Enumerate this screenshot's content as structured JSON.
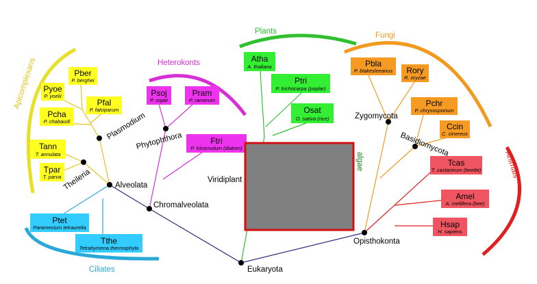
{
  "groups": {
    "plants": {
      "label": "Plants",
      "color": "#2fbf2f"
    },
    "fungi": {
      "label": "Fungi",
      "color": "#f29a1f"
    },
    "heterokonts": {
      "label": "Heterokonts",
      "color": "#d62fd6"
    },
    "apicomplexans": {
      "label": "Apicomplexans",
      "color": "#e6c21a"
    },
    "ciliates": {
      "label": "Ciliates",
      "color": "#2aa9d8"
    },
    "animals": {
      "label": "Animals",
      "color": "#e02020"
    },
    "algae": {
      "label": "algae",
      "color": "#1a8a1a"
    }
  },
  "nodes": {
    "eukaryota": "Eukaryota",
    "opisthokonta": "Opisthokonta",
    "alveolata": "Alveolata",
    "chromalveolata": "Chromalveolata",
    "plasmodium": "Plasmodium",
    "theileria": "Theileria",
    "phytophthora": "Phytophthora",
    "viridiplantae": "Viridiplant",
    "zygomycota": "Zygomycota",
    "basidiomycota": "Basidiomycota"
  },
  "species": {
    "atha": {
      "code": "Atha",
      "name": "A. thaliana"
    },
    "ptri": {
      "code": "Ptri",
      "name": "P. trichocarpa (poplar)"
    },
    "osat": {
      "code": "Osat",
      "name": "O. sativa (rice)"
    },
    "pbla": {
      "code": "Pbla",
      "name": "P. blakesleeanus"
    },
    "rory": {
      "code": "Rory",
      "name": "R. oryzae"
    },
    "pchr": {
      "code": "Pchr",
      "name": "P. chrysosporium"
    },
    "ccin": {
      "code": "Ccin",
      "name": "C. cinereus"
    },
    "tcas": {
      "code": "Tcas",
      "name": "T. castaneum (beetle)"
    },
    "amel": {
      "code": "Amel",
      "name": "A. mellifera (bee)"
    },
    "hsap": {
      "code": "Hsap",
      "name": "H. sapiens"
    },
    "psoj": {
      "code": "Psoj",
      "name": "P. sojae"
    },
    "pram": {
      "code": "Pram",
      "name": "P. ramorum"
    },
    "ftri": {
      "code": "Ftri",
      "name": "P. tricornutum (diatom)"
    },
    "pber": {
      "code": "Pber",
      "name": "P. berghei"
    },
    "pyoe": {
      "code": "Pyoe",
      "name": "P. yoelii"
    },
    "pfal": {
      "code": "Pfal",
      "name": "P. falciparum"
    },
    "pcha": {
      "code": "Pcha",
      "name": "P. chabaudi"
    },
    "tann": {
      "code": "Tann",
      "name": "T. annulata"
    },
    "tpar": {
      "code": "Tpar",
      "name": "T. parva"
    },
    "ptet": {
      "code": "Ptet",
      "name": "Paramecium tetraurelia"
    },
    "tthe": {
      "code": "Tthe",
      "name": "Tetrahymena thermophyla"
    }
  },
  "colors": {
    "plant_box": "#33ee33",
    "fungi_box": "#f59a22",
    "heterokont_box": "#ee33ee",
    "apicomplexan_box": "#ffff22",
    "ciliate_box": "#33ccff",
    "animal_box": "#ef5560",
    "trunk": "#2d2a7a",
    "overlay_fill": "#808080",
    "overlay_border": "#d01010"
  }
}
